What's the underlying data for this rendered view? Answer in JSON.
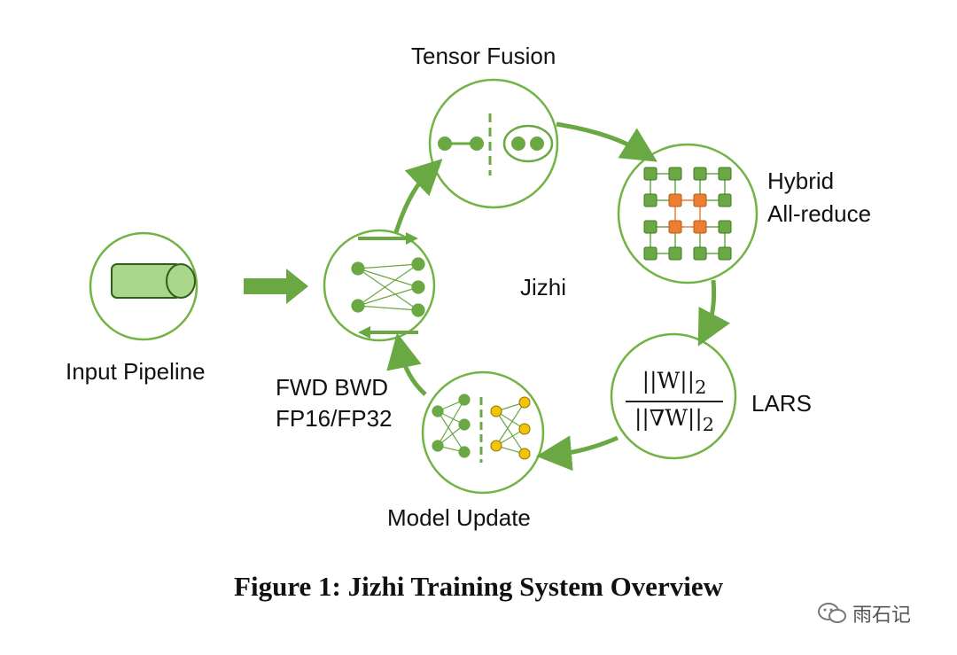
{
  "nodes": {
    "input_pipeline": "Input Pipeline",
    "fwd_bwd_line1": "FWD BWD",
    "fwd_bwd_line2": "FP16/FP32",
    "tensor_fusion": "Tensor Fusion",
    "hybrid_line1": "Hybrid",
    "hybrid_line2": "All-reduce",
    "lars": "LARS",
    "model_update": "Model Update"
  },
  "center_label": "Jizhi",
  "lars_formula": {
    "numerator": "||W||",
    "denominator": "||∇W||",
    "subscript": "2"
  },
  "caption": "Figure 1: Jizhi Training System Overview",
  "watermark": "雨石记",
  "colors": {
    "green_stroke": "#71b345",
    "green_fill": "#6aa843",
    "light_green": "#a9d68a",
    "orange": "#ed7d31",
    "yellow": "#f2c500"
  }
}
